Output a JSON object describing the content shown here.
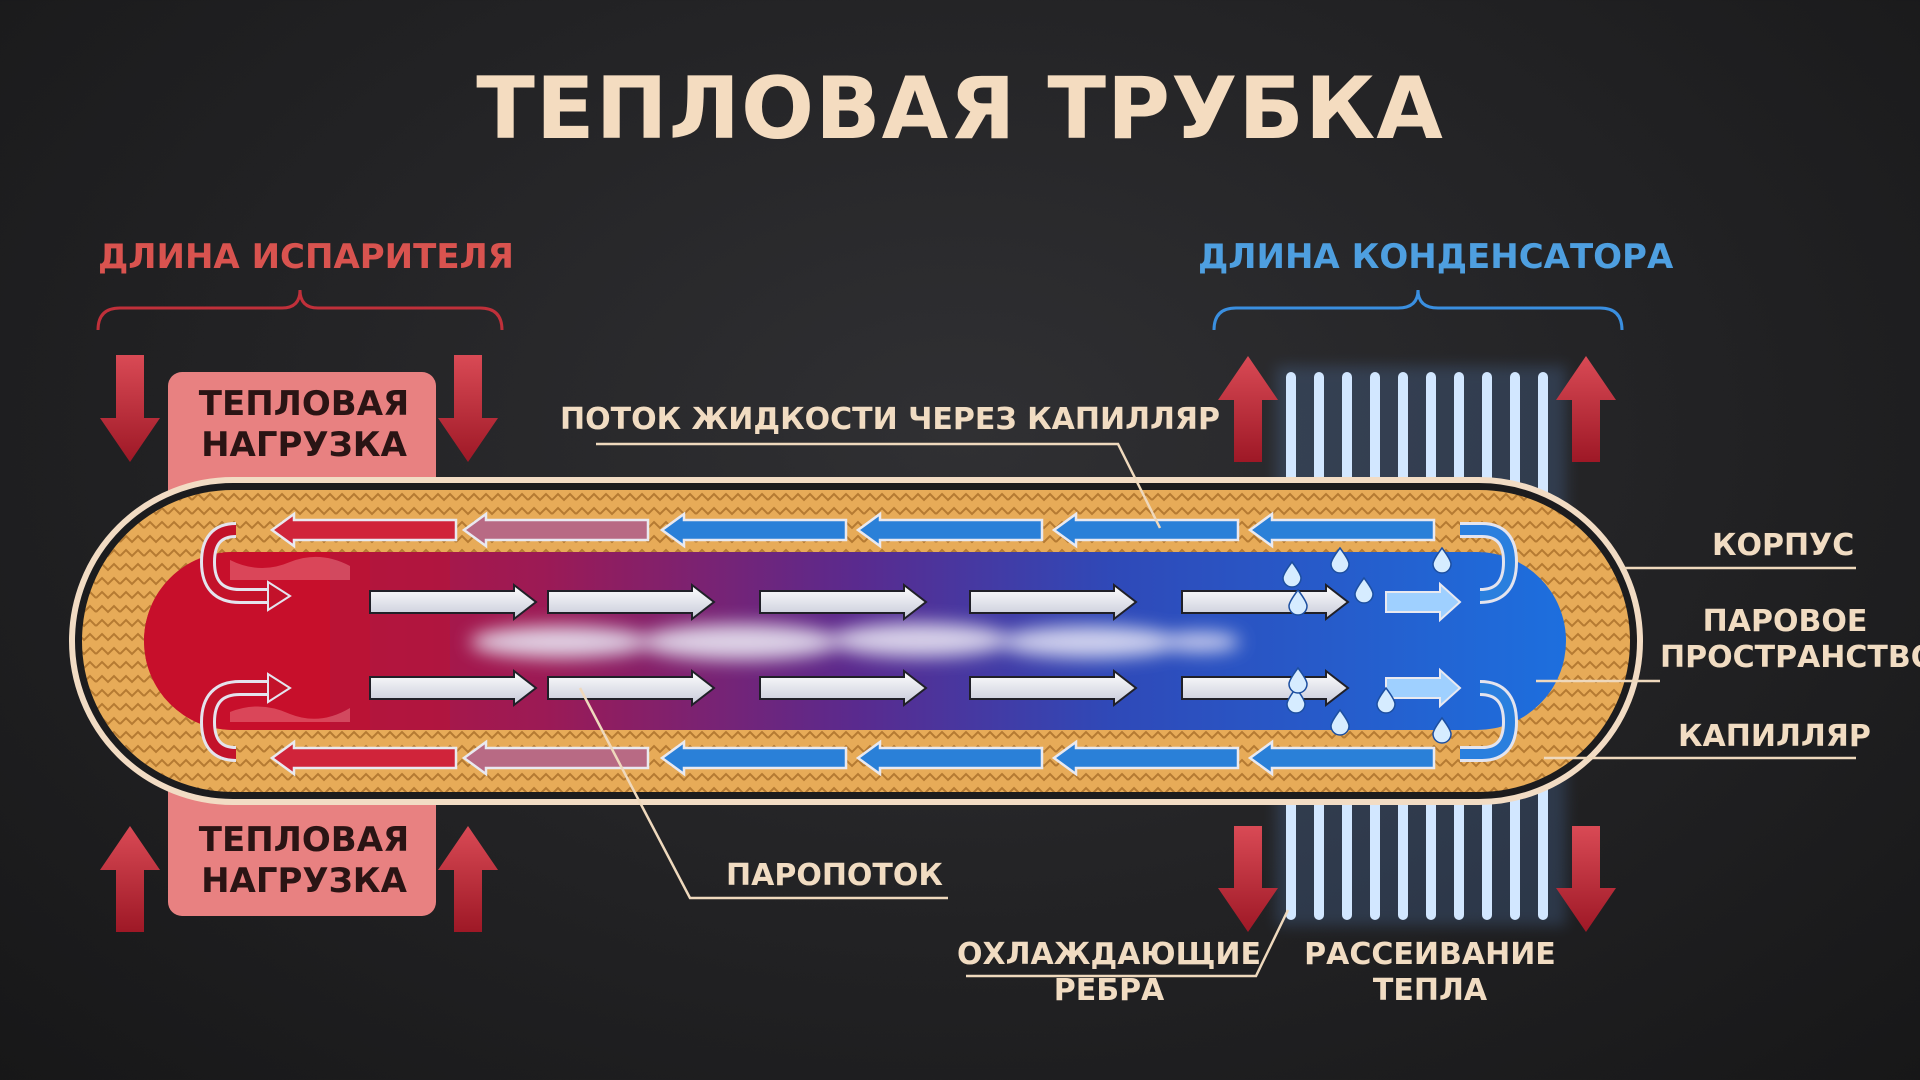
{
  "title": "ТЕПЛОВАЯ ТРУБКА",
  "labels": {
    "evaporator_length": "ДЛИНА ИСПАРИТЕЛЯ",
    "condenser_length": "ДЛИНА КОНДЕНСАТОРА",
    "heat_load_top": "ТЕПЛОВАЯ НАГРУЗКА",
    "heat_load_bottom": "ТЕПЛОВАЯ НАГРУЗКА",
    "liquid_flow": "ПОТОК ЖИДКОСТИ ЧЕРЕЗ КАПИЛЛЯР",
    "casing": "КОРПУС",
    "vapor_space": "ПАРОВОЕ ПРОСТРАНСТВО",
    "wick": "КАПИЛЛЯР",
    "vapor_flow": "ПАРОПОТОК",
    "cooling_fins": "ОХЛАЖДАЮЩИЕ РЕБРА",
    "heat_dissipation": "РАССЕИВАНИЕ ТЕПЛА"
  },
  "colors": {
    "background": "#252527",
    "title": "#f4dcc0",
    "hot": "#c4122e",
    "cold": "#1e6fd9",
    "wick": "#e7ab58",
    "heat_load_box": "#e88181",
    "fins": "#cfe6ff",
    "label": "#f1dcc2"
  }
}
